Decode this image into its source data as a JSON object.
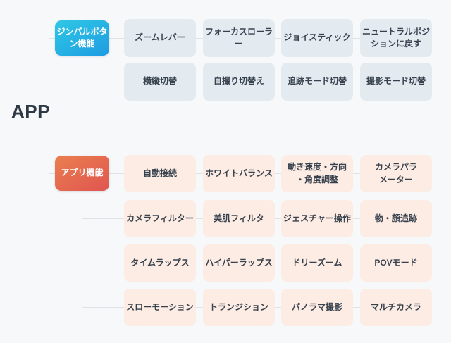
{
  "colors": {
    "background": "#f7f8f9",
    "gimbal_gradient_start": "#2fc8e5",
    "gimbal_gradient_end": "#1e9ce2",
    "app_gradient_start": "#ea7f4e",
    "app_gradient_end": "#e05551",
    "node_blue_bg": "#e4ebf0",
    "node_pink_bg": "#fdece4",
    "node_text": "#38424e",
    "root_text": "#2d3a45",
    "connector": "#e0e3e6"
  },
  "tree": {
    "root_label": "APP",
    "branches": [
      {
        "label": "ジンバルボタ\nン機能",
        "rows": [
          [
            "ズームレバー",
            "フォーカスローラー",
            "ジョイスティック",
            "ニュートラルポジ\nションに戻す"
          ],
          [
            "横縦切替",
            "自撮り切替え",
            "追跡モード切替",
            "撮影モード切替"
          ]
        ]
      },
      {
        "label": "アプリ機能",
        "rows": [
          [
            "自動接続",
            "ホワイトバランス",
            "動き速度・方向\n・角度調整",
            "カメラパラ\nメーター"
          ],
          [
            "カメラフィルター",
            "美肌フィルタ",
            "ジェスチャー操作",
            "物・顔追跡"
          ],
          [
            "タイムラップス",
            "ハイパーラップス",
            "ドリーズーム",
            "POVモード"
          ],
          [
            "スローモーション",
            "トランジション",
            "パノラマ撮影",
            "マルチカメラ"
          ]
        ]
      }
    ]
  }
}
